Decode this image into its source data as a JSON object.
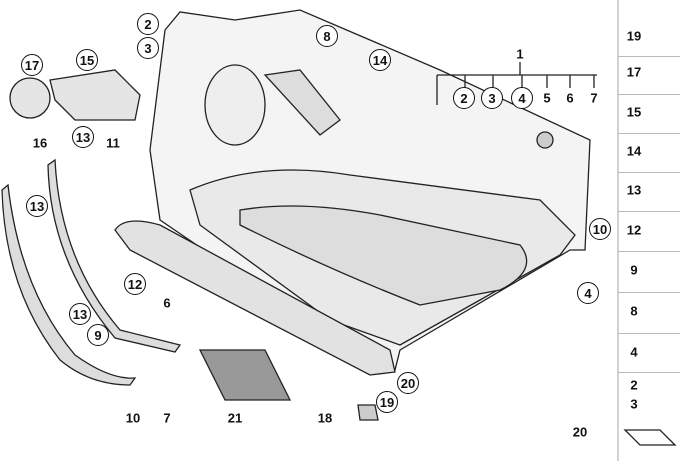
{
  "diagram": {
    "title": "Door trim panel parts diagram",
    "callouts": [
      "2",
      "3",
      "17",
      "15",
      "13",
      "13",
      "12",
      "13",
      "9",
      "2",
      "3",
      "4",
      "10",
      "4",
      "19",
      "20",
      "8",
      "14"
    ],
    "plain_labels": [
      "1",
      "5",
      "6",
      "7",
      "16",
      "11",
      "6",
      "10",
      "7",
      "21",
      "18"
    ],
    "legend_column": [
      "19",
      "17",
      "15",
      "14",
      "13",
      "12",
      "9",
      "8",
      "4",
      "2",
      "3",
      "20"
    ]
  }
}
